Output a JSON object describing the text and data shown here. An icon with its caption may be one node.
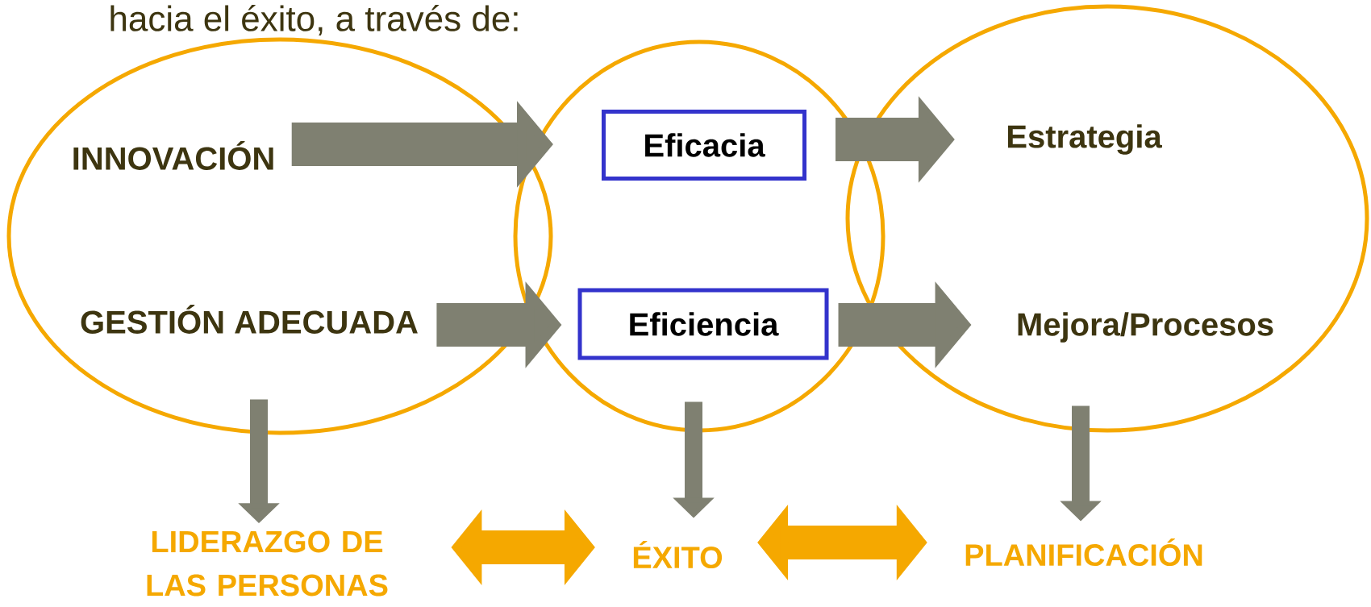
{
  "diagram": {
    "nodes": [
      {
        "text": [],
        "shape": "ellipse"
      },
      {
        "text": [
          "INNOVACIÓN"
        ],
        "in": 0
      },
      {
        "text": [
          "GESTIÓN ADECUADA"
        ],
        "in": 0
      },
      {
        "text": [],
        "shape": "ellipse"
      },
      {
        "text": [
          "Eficacia"
        ],
        "in": 3
      },
      {
        "text": [
          "Eficiencia"
        ],
        "in": 3
      },
      {
        "text": [],
        "shape": "ellipse"
      },
      {
        "text": [
          "Estrategia"
        ],
        "in": 6
      },
      {
        "text": [
          "Mejora/Procesos"
        ],
        "in": 6
      },
      {
        "text": [
          "LIDERAZGO DE LAS PERSONAS"
        ]
      },
      {
        "text": [
          "ÉXITO"
        ]
      },
      {
        "text": [
          "PLANIFICACIÓN"
        ]
      }
    ],
    "edges": [
      {
        "from": 1,
        "to": 4,
        "arrow": "to"
      },
      {
        "from": 2,
        "to": 5,
        "arrow": "to"
      },
      {
        "from": 4,
        "to": 7,
        "arrow": "to"
      },
      {
        "from": 5,
        "to": 8,
        "arrow": "to"
      },
      {
        "from": 0,
        "to": 9,
        "arrow": "to"
      },
      {
        "from": 3,
        "to": 10,
        "arrow": "to"
      },
      {
        "from": 6,
        "to": 11,
        "arrow": "to"
      },
      {
        "from": 9,
        "to": 10,
        "arrow": "both",
        "color": "#f5a800"
      },
      {
        "from": 10,
        "to": 11,
        "arrow": "both",
        "color": "#f5a800"
      }
    ],
    "labels": [
      "hacia el éxito, a través de:"
    ]
  }
}
